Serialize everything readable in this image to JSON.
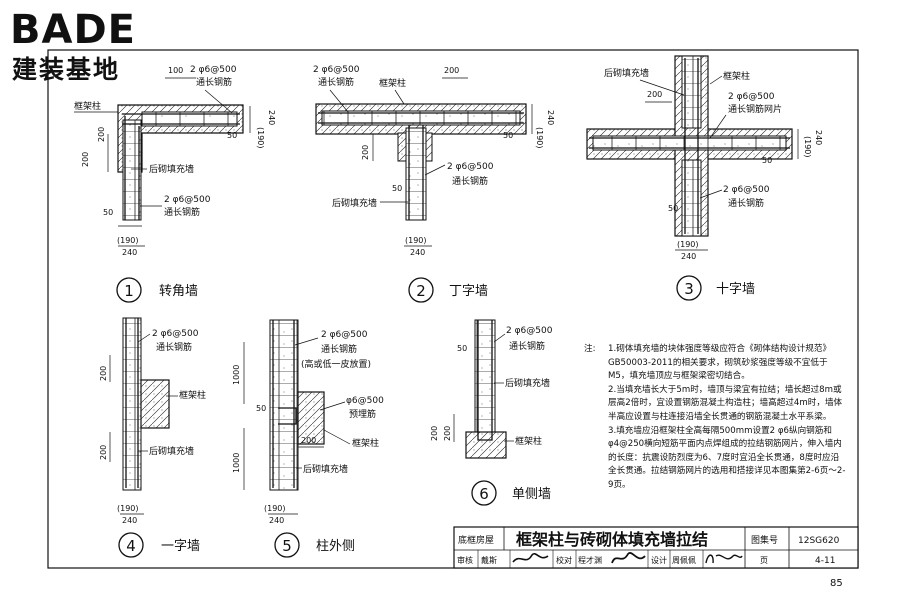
{
  "watermark": {
    "brand": "BADE",
    "subtitle": "建装基地"
  },
  "page_number": "85",
  "details": [
    {
      "num": "1",
      "title": "转角墙",
      "labels": {
        "rebar_top": "2 φ6@500",
        "rebar_top2": "通长钢筋",
        "dim_top": "100",
        "frame_col": "框架柱",
        "dim_190": "(190)",
        "dim_240": "240",
        "dim_50a": "50",
        "dim_200a": "200",
        "dim_200b": "200",
        "infill": "后砌填充墙",
        "rebar_side": "2 φ6@500",
        "rebar_side2": "通长钢筋",
        "dim_50b": "50",
        "dim_190b": "(190)",
        "dim_240b": "240"
      }
    },
    {
      "num": "2",
      "title": "丁字墙",
      "labels": {
        "rebar_top": "2 φ6@500",
        "rebar_top2": "通长钢筋",
        "frame_col": "框架柱",
        "dim_200": "200",
        "dim_190": "(190)",
        "dim_240": "240",
        "dim_50a": "50",
        "dim_200b": "200",
        "rebar_side": "2 φ6@500",
        "rebar_side2": "通长钢筋",
        "dim_50b": "50",
        "infill": "后砌填充墙",
        "dim_190b": "(190)",
        "dim_240b": "240"
      }
    },
    {
      "num": "3",
      "title": "十字墙",
      "labels": {
        "infill": "后砌填充墙",
        "frame_col": "框架柱",
        "dim_200": "200",
        "rebar_top": "2 φ6@500",
        "rebar_top2": "通长钢筋网片",
        "dim_190": "(190)",
        "dim_240": "240",
        "dim_50a": "50",
        "rebar_side": "2 φ6@500",
        "rebar_side2": "通长钢筋",
        "dim_50b": "50",
        "dim_190b": "(190)",
        "dim_240b": "240"
      }
    },
    {
      "num": "4",
      "title": "一字墙",
      "labels": {
        "rebar_top": "2 φ6@500",
        "rebar_top2": "通长钢筋",
        "dim_200a": "200",
        "frame_col": "框架柱",
        "dim_200b": "200",
        "infill": "后砌填充墙",
        "dim_190": "(190)",
        "dim_240": "240"
      }
    },
    {
      "num": "5",
      "title": "柱外侧",
      "labels": {
        "rebar_top": "2 φ6@500",
        "rebar_top2": "通长钢筋",
        "rebar_top3": "(高或低一皮放置)",
        "dim_1000a": "1000",
        "dim_50": "50",
        "rebar_pre": "φ6@500",
        "rebar_pre2": "预埋筋",
        "dim_200": "200",
        "frame_col": "框架柱",
        "dim_1000b": "1000",
        "infill": "后砌填充墙",
        "dim_190": "(190)",
        "dim_240": "240"
      }
    },
    {
      "num": "6",
      "title": "单侧墙",
      "labels": {
        "rebar_top": "2 φ6@500",
        "rebar_top2": "通长钢筋",
        "dim_50": "50",
        "infill": "后砌填充墙",
        "frame_col": "框架柱",
        "dim_200a": "200",
        "dim_200b": "200"
      }
    }
  ],
  "notes": {
    "head": "注:",
    "items": [
      "1.砌体填充墙的块体强度等级应符合《砌体结构设计规范》GB50003-2011的相关要求，砌筑砂浆强度等级不宜低于M5，填充墙顶应与框架梁密切结合。",
      "2.当填充墙长大于5m时，墙顶与梁宜有拉结；墙长超过8m或层高2倍时，宜设置钢筋混凝土构造柱；墙高超过4m时，墙体半高应设置与柱连接沿墙全长贯通的钢筋混凝土水平系梁。",
      "3.填充墙应沿框架柱全高每隔500mm设置2 φ6纵向钢筋和φ4@250横向短筋平面内点焊组成的拉结钢筋网片，伸入墙内的长度：抗震设防烈度为6、7度时宜沿全长贯通，8度时应沿全长贯通。拉结钢筋网片的选用和搭接详见本图集第2-6页～2-9页。"
    ]
  },
  "title_block": {
    "category": "底框房屋",
    "title": "框架柱与砖砌体填充墙拉结",
    "atlas_label": "图集号",
    "atlas_no": "12SG620",
    "review_label": "审核",
    "reviewer": "戴斯",
    "check_label": "校对",
    "checker": "程才渊",
    "design_label": "设计",
    "designer": "周佩佩",
    "page_label": "页",
    "page": "4-11"
  }
}
